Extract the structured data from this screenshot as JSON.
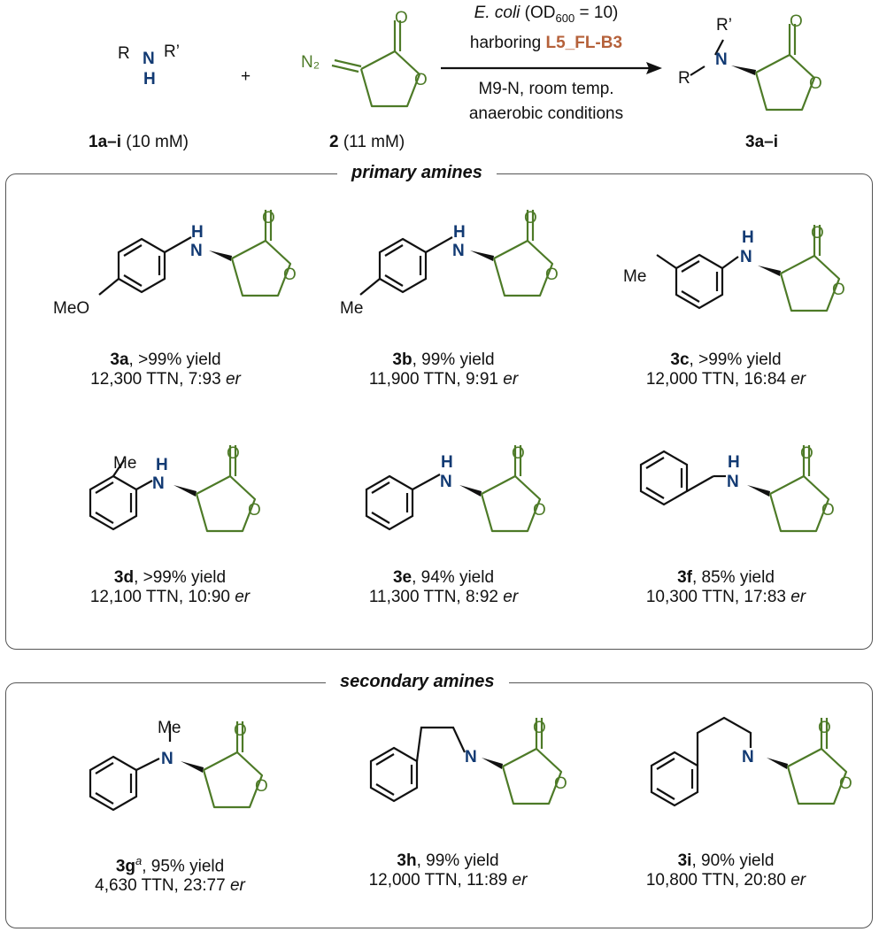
{
  "scheme": {
    "reagent_1": {
      "label": "1a–i",
      "conc": " (10 mM)",
      "r": "R",
      "r_prime": "R’",
      "n": "N",
      "h": "H"
    },
    "plus": "+",
    "reagent_2": {
      "label": "2",
      "conc": " (11 mM)",
      "n2": "N₂",
      "o_carbonyl": "O",
      "o_ring": "O"
    },
    "conditions": {
      "organism": "E. coli",
      "od_prefix": " (OD",
      "od_sub": "600",
      "od_suffix": " = 10)",
      "harboring": "harboring ",
      "catalyst": "L5_FL-B3",
      "medium": "M9-N, room temp.",
      "atmosphere": "anaerobic conditions"
    },
    "product": {
      "label": "3a–i",
      "r": "R",
      "r_prime": "R’",
      "n": "N",
      "o_carbonyl": "O",
      "o_ring": "O"
    }
  },
  "panels": [
    {
      "title": "primary amines",
      "entries": [
        {
          "id": "3a",
          "sup": "",
          "yield": ", >99% yield",
          "ttn": "12,300 TTN, ",
          "er_value": "7:93",
          "er_word": "er",
          "substituent": "MeO"
        },
        {
          "id": "3b",
          "sup": "",
          "yield": ", 99% yield",
          "ttn": "11,900 TTN, ",
          "er_value": "9:91",
          "er_word": "er",
          "substituent": "Me"
        },
        {
          "id": "3c",
          "sup": "",
          "yield": ", >99% yield",
          "ttn": "12,000 TTN, ",
          "er_value": "16:84",
          "er_word": "er",
          "substituent": "Me"
        },
        {
          "id": "3d",
          "sup": "",
          "yield": ", >99% yield",
          "ttn": "12,100 TTN, ",
          "er_value": "10:90",
          "er_word": "er",
          "substituent": "Me"
        },
        {
          "id": "3e",
          "sup": "",
          "yield": ", 94% yield",
          "ttn": "11,300 TTN, ",
          "er_value": "8:92",
          "er_word": "er",
          "substituent": ""
        },
        {
          "id": "3f",
          "sup": "",
          "yield": ", 85% yield",
          "ttn": "10,300 TTN, ",
          "er_value": "17:83",
          "er_word": "er",
          "substituent": ""
        }
      ]
    },
    {
      "title": "secondary amines",
      "entries": [
        {
          "id": "3g",
          "sup": "a",
          "yield": ", 95% yield",
          "ttn": "4,630 TTN, ",
          "er_value": "23:77",
          "er_word": "er",
          "substituent": "Me"
        },
        {
          "id": "3h",
          "sup": "",
          "yield": ", 99% yield",
          "ttn": "12,000 TTN, ",
          "er_value": "11:89",
          "er_word": "er",
          "substituent": ""
        },
        {
          "id": "3i",
          "sup": "",
          "yield": ", 90% yield",
          "ttn": "10,800 TTN, ",
          "er_value": "20:80",
          "er_word": "er",
          "substituent": ""
        }
      ]
    }
  ],
  "atoms": {
    "n": "N",
    "h": "H",
    "o": "O"
  },
  "colors": {
    "nitrogen": "#123a73",
    "lactone": "#4d7a27",
    "catalyst": "#b5613a",
    "bond": "#111111",
    "panel_border": "#555555"
  }
}
